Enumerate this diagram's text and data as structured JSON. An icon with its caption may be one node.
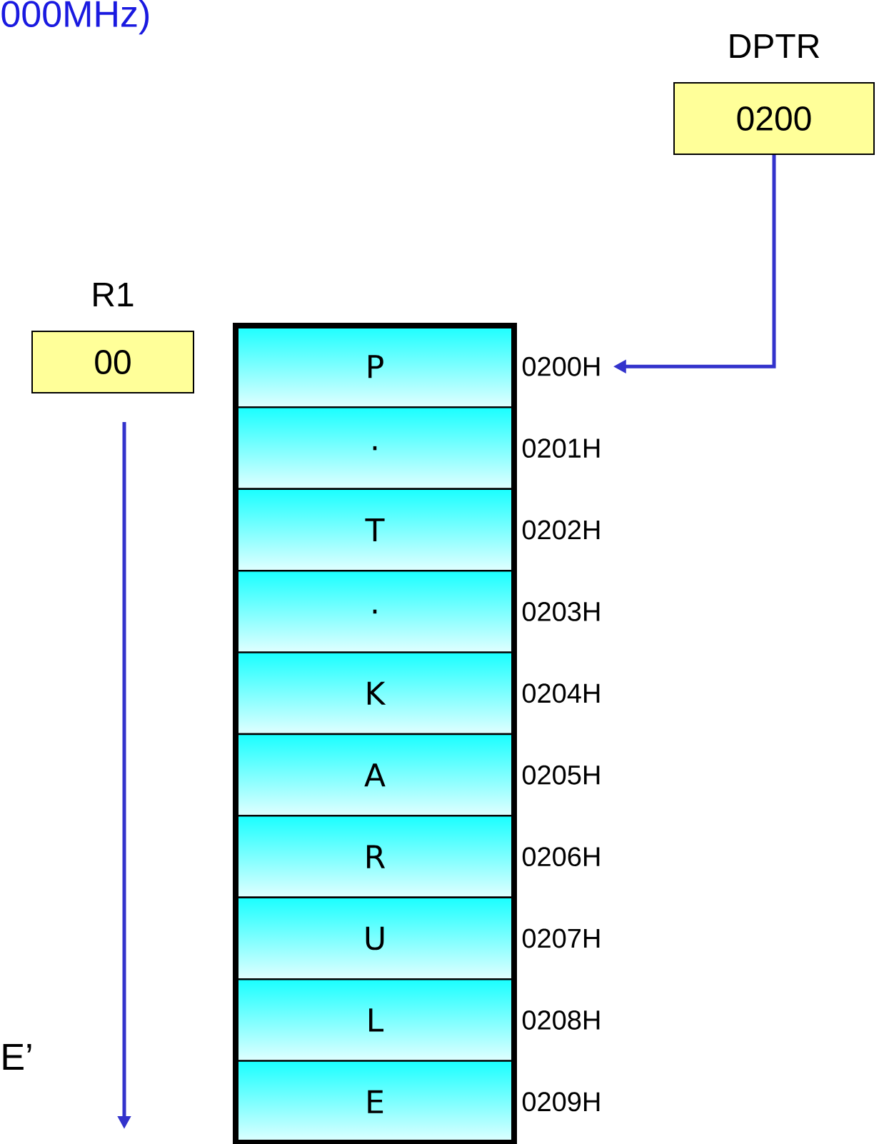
{
  "diagram": {
    "nodes": [
      {
        "text": [
          "DPTR",
          "0200"
        ]
      },
      {
        "text": [
          "R1",
          "00"
        ]
      },
      {
        "text": [
          "P"
        ],
        "beside": [
          "0200H"
        ]
      },
      {
        "text": [
          "."
        ],
        "beside": [
          "0201H"
        ]
      },
      {
        "text": [
          "T"
        ],
        "beside": [
          "0202H"
        ]
      },
      {
        "text": [
          "."
        ],
        "beside": [
          "0203H"
        ]
      },
      {
        "text": [
          "K"
        ],
        "beside": [
          "0204H"
        ]
      },
      {
        "text": [
          "A"
        ],
        "beside": [
          "0205H"
        ]
      },
      {
        "text": [
          "R"
        ],
        "beside": [
          "0206H"
        ]
      },
      {
        "text": [
          "U"
        ],
        "beside": [
          "0207H"
        ]
      },
      {
        "text": [
          "L"
        ],
        "beside": [
          "0208H"
        ]
      },
      {
        "text": [
          "E"
        ],
        "beside": [
          "0209H"
        ]
      }
    ],
    "edges": [
      {
        "from": 0,
        "to": 2,
        "arrow": "to"
      },
      {
        "from": 1,
        "to": null,
        "arrow": "to"
      }
    ],
    "labels": [
      "000MHz)",
      "E’"
    ]
  }
}
